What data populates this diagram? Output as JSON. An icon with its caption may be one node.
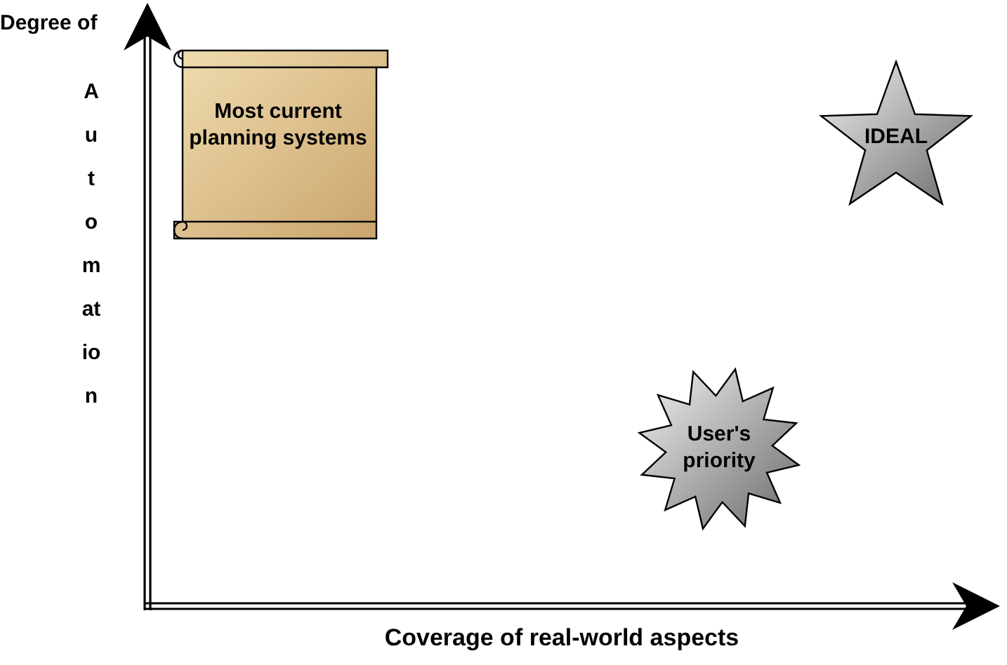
{
  "diagram": {
    "nodes": [
      {
        "text": [
          "Most current planning systems"
        ]
      },
      {
        "text": [
          "IDEAL"
        ]
      },
      {
        "text": [
          "User's priority"
        ]
      }
    ],
    "labels": [
      "Degree of",
      "Automation",
      "Coverage of real-world aspects"
    ]
  }
}
